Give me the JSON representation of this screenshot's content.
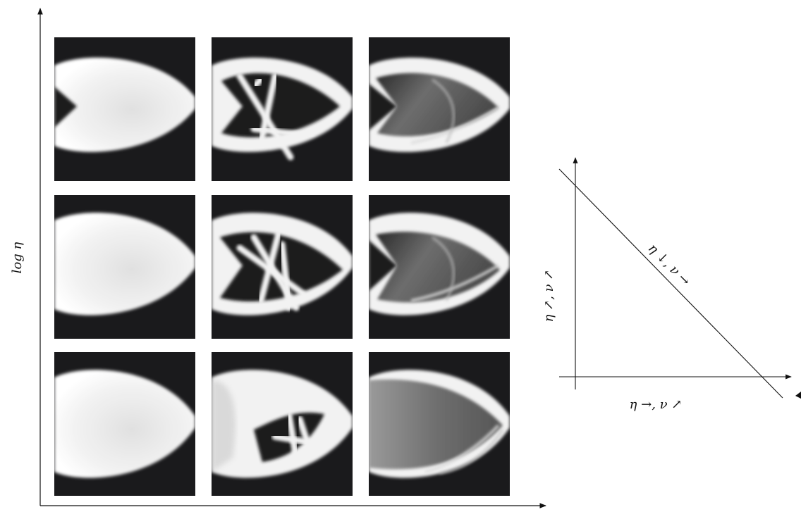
{
  "figure": {
    "y_axis_label": "log η",
    "grid": {
      "rows": 3,
      "columns": 3,
      "panels": [
        {
          "row": 1,
          "col": 1,
          "style": "solid",
          "name": "panel-r1-c1"
        },
        {
          "row": 1,
          "col": 2,
          "style": "truss",
          "name": "panel-r1-c2"
        },
        {
          "row": 1,
          "col": 3,
          "style": "shell",
          "name": "panel-r1-c3"
        },
        {
          "row": 2,
          "col": 1,
          "style": "solid",
          "name": "panel-r2-c1"
        },
        {
          "row": 2,
          "col": 2,
          "style": "truss",
          "name": "panel-r2-c2"
        },
        {
          "row": 2,
          "col": 3,
          "style": "shell",
          "name": "panel-r2-c3"
        },
        {
          "row": 3,
          "col": 1,
          "style": "solid",
          "name": "panel-r3-c1"
        },
        {
          "row": 3,
          "col": 2,
          "style": "truss",
          "name": "panel-r3-c2"
        },
        {
          "row": 3,
          "col": 3,
          "style": "shell",
          "name": "panel-r3-c3"
        }
      ],
      "colors": {
        "background": "#1a1a1c",
        "material": "#f2f2f2",
        "mid_gray": "#6a6a6a"
      }
    },
    "inset": {
      "diagonal_label": "η ↓, ν →",
      "vertical_label": "η ↗, ν ↗",
      "horizontal_label": "η →, ν ↗"
    }
  }
}
